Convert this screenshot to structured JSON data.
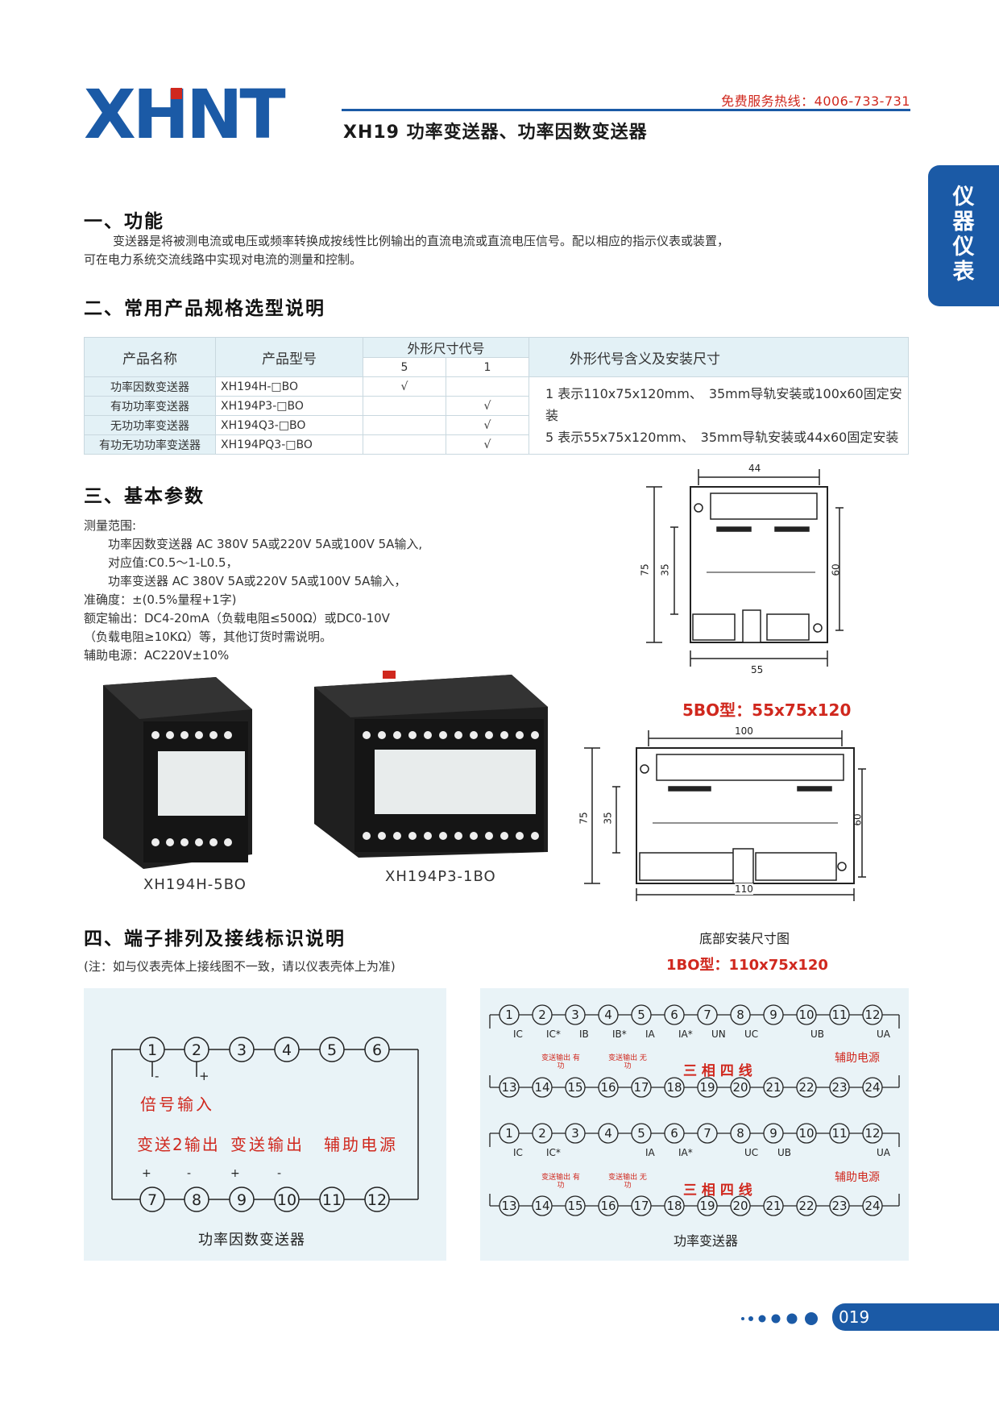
{
  "header": {
    "logo_text": "XHNT",
    "hotline": "免费服务热线：4006-733-731",
    "title": "XH19 功率变送器、功率因数变送器"
  },
  "side_tab": {
    "lines": [
      "仪",
      "器",
      "仪",
      "表"
    ]
  },
  "section1": {
    "heading": "一、功能",
    "para_line1": "变送器是将被测电流或电压或频率转换成按线性比例输出的直流电流或直流电压信号。配以相应的指示仪表或装置，",
    "para_line2": "可在电力系统交流线路中实现对电流的测量和控制。"
  },
  "section2": {
    "heading": "二、常用产品规格选型说明",
    "col_name": "产品名称",
    "col_model": "产品型号",
    "col_size": "外形尺寸代号",
    "col_size_5": "5",
    "col_size_1": "1",
    "col_meaning": "外形代号含义及安装尺寸",
    "rows": [
      {
        "name": "功率因数变送器",
        "model": "XH194H-□BO",
        "s5": "√",
        "s1": ""
      },
      {
        "name": "有功功率变送器",
        "model": "XH194P3-□BO",
        "s5": "",
        "s1": "√"
      },
      {
        "name": "无功功率变送器",
        "model": "XH194Q3-□BO",
        "s5": "",
        "s1": "√"
      },
      {
        "name": "有功无功功率变送器",
        "model": "XH194PQ3-□BO",
        "s5": "",
        "s1": "√"
      }
    ],
    "meaning_line1": "1 表示110x75x120mm、　35mm导轨安装或100x60固定安装",
    "meaning_line2": "5 表示55x75x120mm、　35mm导轨安装或44x60固定安装"
  },
  "section3": {
    "heading": "三、基本参数",
    "lines": [
      "测量范围:",
      "功率因数变送器 AC 380V 5A或220V 5A或100V 5A输入,",
      "对应值:C0.5～1-L0.5，",
      "功率变送器  AC 380V 5A或220V 5A或100V 5A输入，",
      "准确度：±(0.5%量程+1字)",
      "额定输出：DC4-20mA（负载电阻≤500Ω）或DC0-10V",
      "（负载电阻≥10KΩ）等，其他订货时需说明。",
      "辅助电源：AC220V±10%"
    ],
    "photo1_caption": "XH194H-5BO",
    "photo2_caption": "XH194P3-1BO",
    "dim5": {
      "w": "44",
      "h1": "75",
      "h2": "35",
      "h3": "60",
      "bottom": "55",
      "caption": "5BO型：55x75x120"
    },
    "dim1": {
      "w": "100",
      "h1": "75",
      "h2": "35",
      "h3": "60",
      "bottom": "110",
      "sub": "底部安装尺寸图",
      "caption": "1BO型：110x75x120"
    }
  },
  "section4": {
    "heading": "四、端子排列及接线标识说明",
    "note": "(注：如与仪表壳体上接线图不一致，请以仪表壳体上为准)",
    "pf": {
      "caption": "功率因数变送器",
      "signal": "倍号输入",
      "out2": "变送2输出",
      "out": "变送输出",
      "aux": "辅助电源",
      "minus": "-",
      "plus": "+"
    },
    "pw": {
      "caption": "功率变送器",
      "top_labels": [
        "IC",
        "IC*",
        "IB",
        "IB*",
        "IA",
        "IA*",
        "UN",
        "UC",
        "UB",
        "UA"
      ],
      "top_labels2": [
        "IC",
        "IC*",
        "IA",
        "IA*",
        "UC",
        "UB",
        "UA"
      ],
      "out_active": "变送输出 有功",
      "out_reactive": "变送输出 无功",
      "mode": "三 相 四 线",
      "aux": "辅助电源"
    }
  },
  "footer": {
    "page": "019"
  }
}
